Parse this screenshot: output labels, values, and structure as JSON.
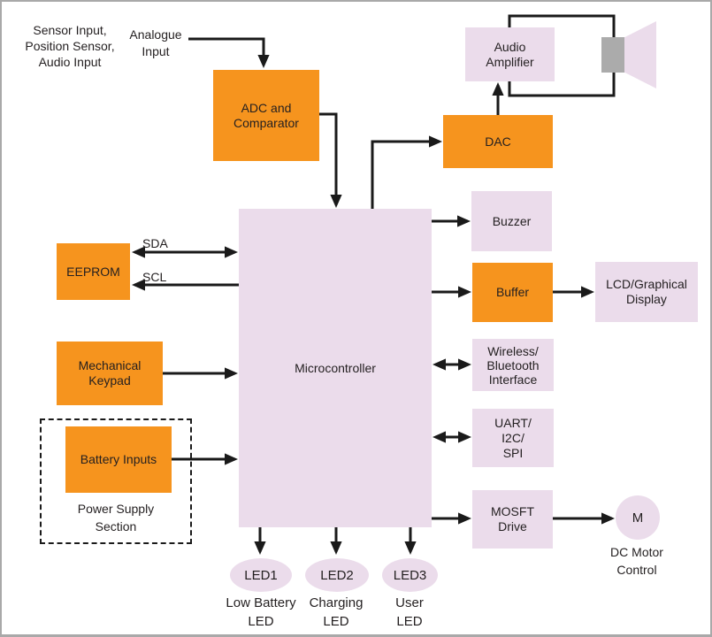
{
  "colors": {
    "orange": "#F6941E",
    "pink": "#EBDCEB",
    "speaker_gray": "#ABABAB",
    "line": "#1A1A1A",
    "text": "#231F20",
    "frame": "#A9A9A9"
  },
  "annotations": {
    "sensor_inputs": "Sensor Input,\nPosition Sensor,\nAudio Input",
    "analogue_input": "Analogue\nInput",
    "sda": "SDA",
    "scl": "SCL",
    "dc_motor": "DC Motor\nControl"
  },
  "blocks": {
    "adc": "ADC and\nComparator",
    "audio_amplifier": "Audio\nAmplifier",
    "dac": "DAC",
    "microcontroller": "Microcontroller",
    "eeprom": "EEPROM",
    "mechanical_keypad": "Mechanical\nKeypad",
    "battery_inputs": "Battery Inputs",
    "power_supply_section": "Power Supply\nSection",
    "buzzer": "Buzzer",
    "buffer": "Buffer",
    "lcd_display": "LCD/Graphical\nDisplay",
    "wireless": "Wireless/\nBluetooth\nInterface",
    "uart": "UART/\nI2C/\nSPI",
    "mosft_drive": "MOSFT\nDrive",
    "motor": "M"
  },
  "leds": [
    {
      "name": "LED1",
      "label": "Low Battery\nLED"
    },
    {
      "name": "LED2",
      "label": "Charging\nLED"
    },
    {
      "name": "LED3",
      "label": "User\nLED"
    }
  ]
}
